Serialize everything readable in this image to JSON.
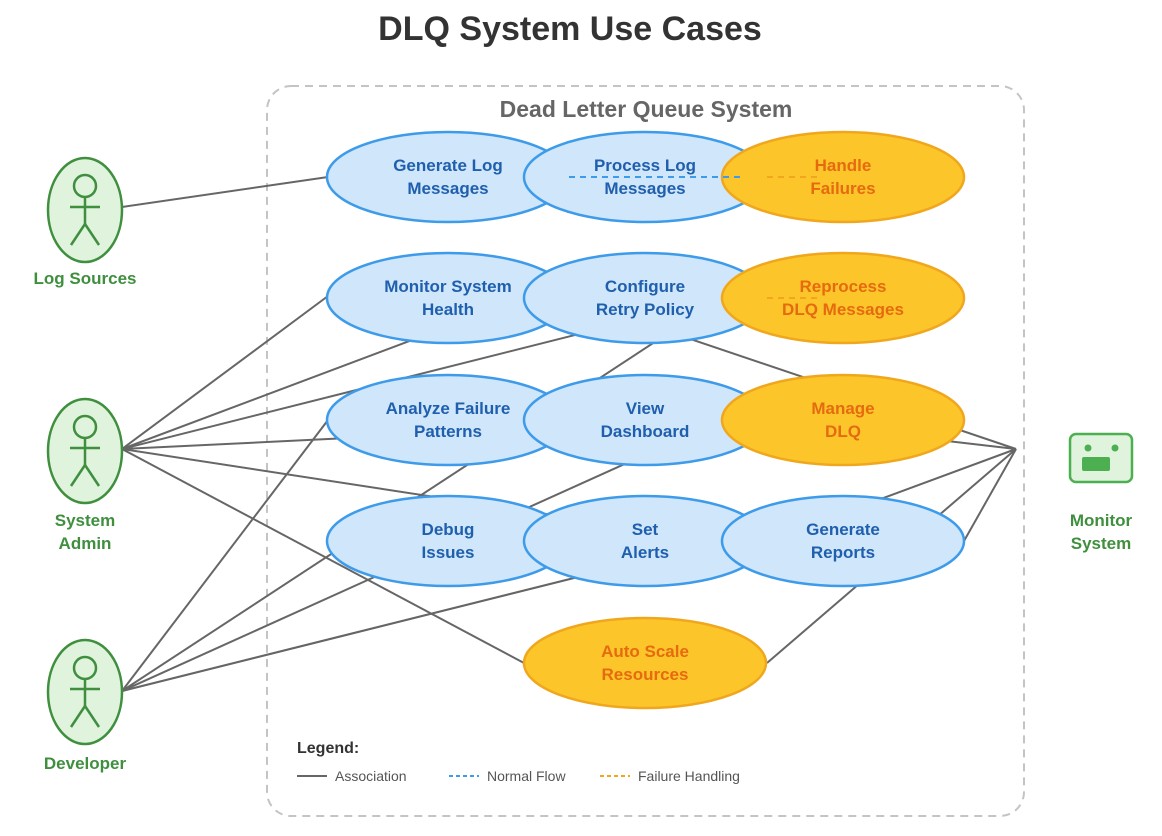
{
  "title": "DLQ System Use Cases",
  "boundary": {
    "label": "Dead Letter Queue System"
  },
  "colors": {
    "normal_fill": "#cfe6fb",
    "normal_stroke": "#3d9be9",
    "normal_text": "#1f5fae",
    "failure_fill": "#fcc62a",
    "failure_stroke": "#f0a71d",
    "failure_text": "#e66a10",
    "actor": "#3f8f3f",
    "actor_fill": "#dff3dd",
    "association": "#666666"
  },
  "actors": [
    {
      "id": "log_sources",
      "label": [
        "Log Sources"
      ],
      "icon": "stick-figure-icon"
    },
    {
      "id": "system_admin",
      "label": [
        "System",
        "Admin"
      ],
      "icon": "stick-figure-icon"
    },
    {
      "id": "developer",
      "label": [
        "Developer"
      ],
      "icon": "stick-figure-icon"
    },
    {
      "id": "monitor_system",
      "label": [
        "Monitor",
        "System"
      ],
      "icon": "monitor-system-icon"
    }
  ],
  "use_cases": [
    {
      "id": "generate_log",
      "lines": [
        "Generate Log",
        "Messages"
      ],
      "kind": "normal"
    },
    {
      "id": "process_log",
      "lines": [
        "Process Log",
        "Messages"
      ],
      "kind": "normal"
    },
    {
      "id": "handle_failures",
      "lines": [
        "Handle",
        "Failures"
      ],
      "kind": "failure"
    },
    {
      "id": "monitor_health",
      "lines": [
        "Monitor System",
        "Health"
      ],
      "kind": "normal"
    },
    {
      "id": "configure_retry",
      "lines": [
        "Configure",
        "Retry Policy"
      ],
      "kind": "normal"
    },
    {
      "id": "reprocess_dlq",
      "lines": [
        "Reprocess",
        "DLQ Messages"
      ],
      "kind": "failure"
    },
    {
      "id": "analyze_patterns",
      "lines": [
        "Analyze Failure",
        "Patterns"
      ],
      "kind": "normal"
    },
    {
      "id": "view_dashboard",
      "lines": [
        "View",
        "Dashboard"
      ],
      "kind": "normal"
    },
    {
      "id": "manage_dlq",
      "lines": [
        "Manage",
        "DLQ"
      ],
      "kind": "failure"
    },
    {
      "id": "debug_issues",
      "lines": [
        "Debug",
        "Issues"
      ],
      "kind": "normal"
    },
    {
      "id": "set_alerts",
      "lines": [
        "Set",
        "Alerts"
      ],
      "kind": "normal"
    },
    {
      "id": "generate_reports",
      "lines": [
        "Generate",
        "Reports"
      ],
      "kind": "normal"
    },
    {
      "id": "auto_scale",
      "lines": [
        "Auto Scale",
        "Resources"
      ],
      "kind": "failure"
    }
  ],
  "associations": [
    [
      "log_sources",
      "generate_log"
    ],
    [
      "system_admin",
      "monitor_health"
    ],
    [
      "system_admin",
      "configure_retry"
    ],
    [
      "system_admin",
      "reprocess_dlq"
    ],
    [
      "system_admin",
      "manage_dlq"
    ],
    [
      "system_admin",
      "generate_reports"
    ],
    [
      "system_admin",
      "auto_scale"
    ],
    [
      "developer",
      "analyze_patterns"
    ],
    [
      "developer",
      "view_dashboard"
    ],
    [
      "developer",
      "debug_issues"
    ],
    [
      "developer",
      "reprocess_dlq"
    ],
    [
      "developer",
      "generate_reports"
    ],
    [
      "monitor_system",
      "configure_retry"
    ],
    [
      "monitor_system",
      "manage_dlq"
    ],
    [
      "monitor_system",
      "generate_reports"
    ],
    [
      "monitor_system",
      "set_alerts"
    ],
    [
      "monitor_system",
      "auto_scale"
    ]
  ],
  "flows": [
    {
      "from": "generate_log",
      "to": "process_log",
      "type": "normal"
    },
    {
      "from": "process_log",
      "to": "handle_failures",
      "type": "failure"
    },
    {
      "from": "manage_dlq",
      "to": "reprocess_dlq",
      "type": "failure"
    }
  ],
  "legend": {
    "title": "Legend:",
    "items": [
      {
        "label": "Association",
        "style": "solid",
        "color": "#666666"
      },
      {
        "label": "Normal Flow",
        "style": "dashed",
        "color": "#3d9be9"
      },
      {
        "label": "Failure Handling",
        "style": "dashed",
        "color": "#f0a71d"
      }
    ]
  }
}
